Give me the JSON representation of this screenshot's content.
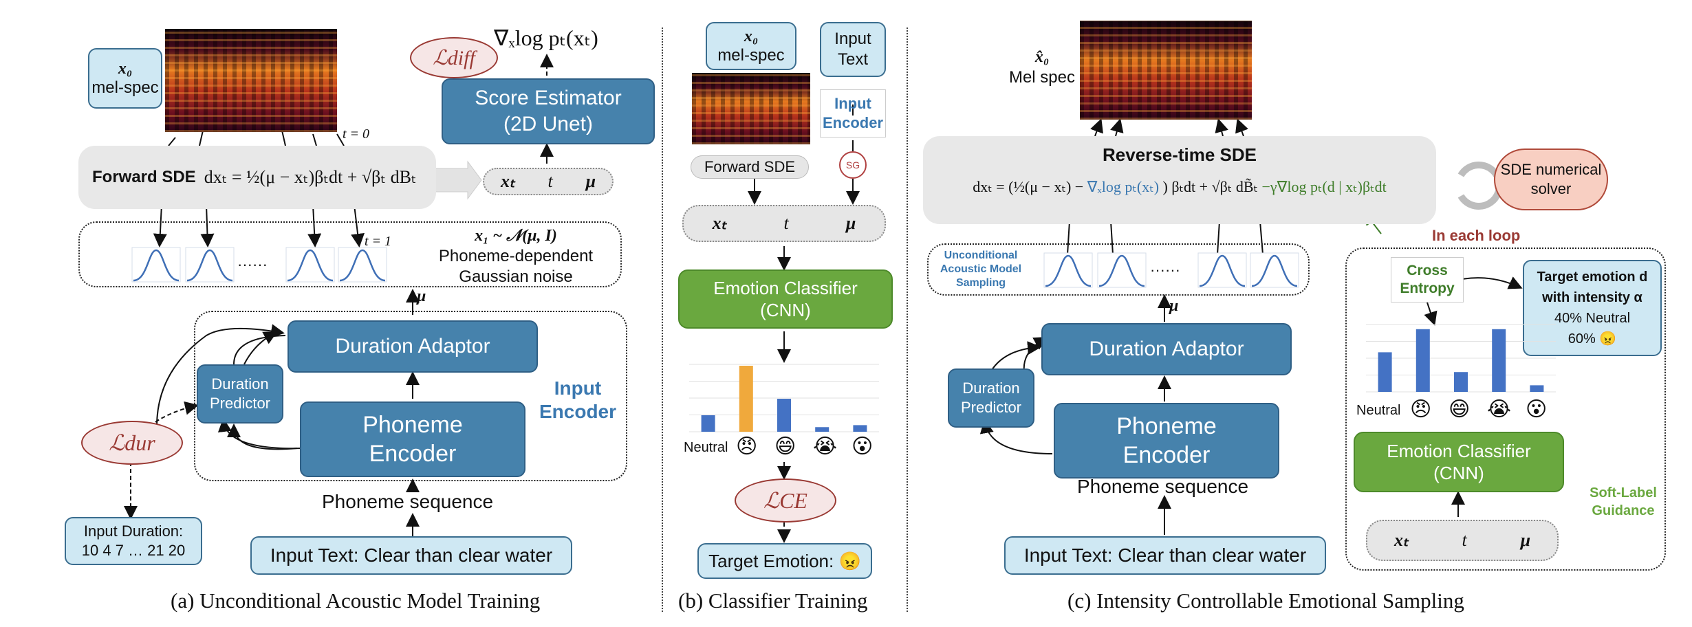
{
  "panel_a": {
    "x0_label": "x₀",
    "melspec_label": "mel-spec",
    "t0_label": "t = 0",
    "t1_label": "t = 1",
    "score_estimator": "Score Estimator",
    "score_estimator_sub": "(2D Unet)",
    "grad_label": "∇ₓlog pₜ(xₜ)",
    "l_diff": "ℒdiff",
    "forward_sde_title": "Forward SDE",
    "forward_sde_eq": "dxₜ = ½(μ − xₜ)βₜdt + √βₜ dBₜ",
    "inputs": [
      "xₜ",
      "t",
      "μ"
    ],
    "noise_eq": "x₁ ~ 𝒩(μ, I)",
    "noise_line1": "Phoneme-dependent",
    "noise_line2": "Gaussian noise",
    "dots": "······",
    "mu": "μ",
    "duration_adaptor": "Duration Adaptor",
    "duration_predictor_1": "Duration",
    "duration_predictor_2": "Predictor",
    "phoneme_encoder_1": "Phoneme",
    "phoneme_encoder_2": "Encoder",
    "input_encoder_1": "Input",
    "input_encoder_2": "Encoder",
    "l_dur": "ℒdur",
    "phoneme_sequence": "Phoneme sequence",
    "input_duration_1": "Input Duration:",
    "input_duration_2": "10 4 7 … 21 20",
    "input_text": "Input Text: Clear than clear water",
    "caption": "(a) Unconditional Acoustic Model Training"
  },
  "panel_b": {
    "x0_label": "x₀",
    "melspec_label": "mel-spec",
    "input_text_1": "Input",
    "input_text_2": "Text",
    "input_encoder_1": "Input",
    "input_encoder_2": "Encoder",
    "sg": "SG",
    "forward_sde": "Forward SDE",
    "inputs": [
      "xₜ",
      "t",
      "μ"
    ],
    "emotion_classifier": "Emotion Classifier",
    "emotion_classifier_sub": "(CNN)",
    "neutral": "Neutral",
    "l_ce": "ℒCE",
    "target_emotion": "Target Emotion: 😠",
    "caption": "(b) Classifier Training",
    "bar_values": [
      0.25,
      1.0,
      0.5,
      0.07,
      0.1
    ],
    "bar_colors": [
      "#4472c4",
      "#f0a93c",
      "#4472c4",
      "#4472c4",
      "#4472c4"
    ],
    "emojis": [
      "😠",
      "😄",
      "😭",
      "😮"
    ]
  },
  "panel_c": {
    "x0_label": "x̂₀",
    "melspec_label": "Mel spec",
    "reverse_sde_title": "Reverse-time SDE",
    "reverse_eq_1": "dxₜ = (½(μ − xₜ) −",
    "reverse_eq_blue": "∇ₓlog pₜ(xₜ)",
    "reverse_eq_2": ") βₜdt + √βₜ dB̃ₜ",
    "reverse_eq_green": "−γ∇log pₜ(d | xₜ)βₜdt",
    "sde_solver_1": "SDE numerical",
    "sde_solver_2": "solver",
    "in_each_loop": "In each loop",
    "uncond_1": "Unconditional",
    "uncond_2": "Acoustic Model",
    "uncond_3": "Sampling",
    "dots": "······",
    "mu": "μ",
    "duration_adaptor": "Duration Adaptor",
    "duration_predictor_1": "Duration",
    "duration_predictor_2": "Predictor",
    "phoneme_encoder_1": "Phoneme",
    "phoneme_encoder_2": "Encoder",
    "phoneme_sequence": "Phoneme sequence",
    "input_text": "Input Text: Clear than clear water",
    "cross_entropy_1": "Cross",
    "cross_entropy_2": "Entropy",
    "target_1": "Target emotion d",
    "target_2": "with intensity α",
    "target_3": "40% Neutral",
    "target_4": "60% 😠",
    "neutral": "Neutral",
    "emotion_classifier": "Emotion Classifier",
    "emotion_classifier_sub": "(CNN)",
    "soft_label_1": "Soft-Label",
    "soft_label_2": "Guidance",
    "inputs": [
      "xₜ",
      "t",
      "μ"
    ],
    "caption": "(c) Intensity Controllable Emotional Sampling",
    "bar_values": [
      0.6,
      0.95,
      0.3,
      0.95,
      0.1
    ],
    "bar_colors": [
      "#4472c4",
      "#4472c4",
      "#4472c4",
      "#4472c4",
      "#4472c4"
    ],
    "emojis": [
      "😠",
      "😄",
      "😭",
      "😮"
    ]
  }
}
